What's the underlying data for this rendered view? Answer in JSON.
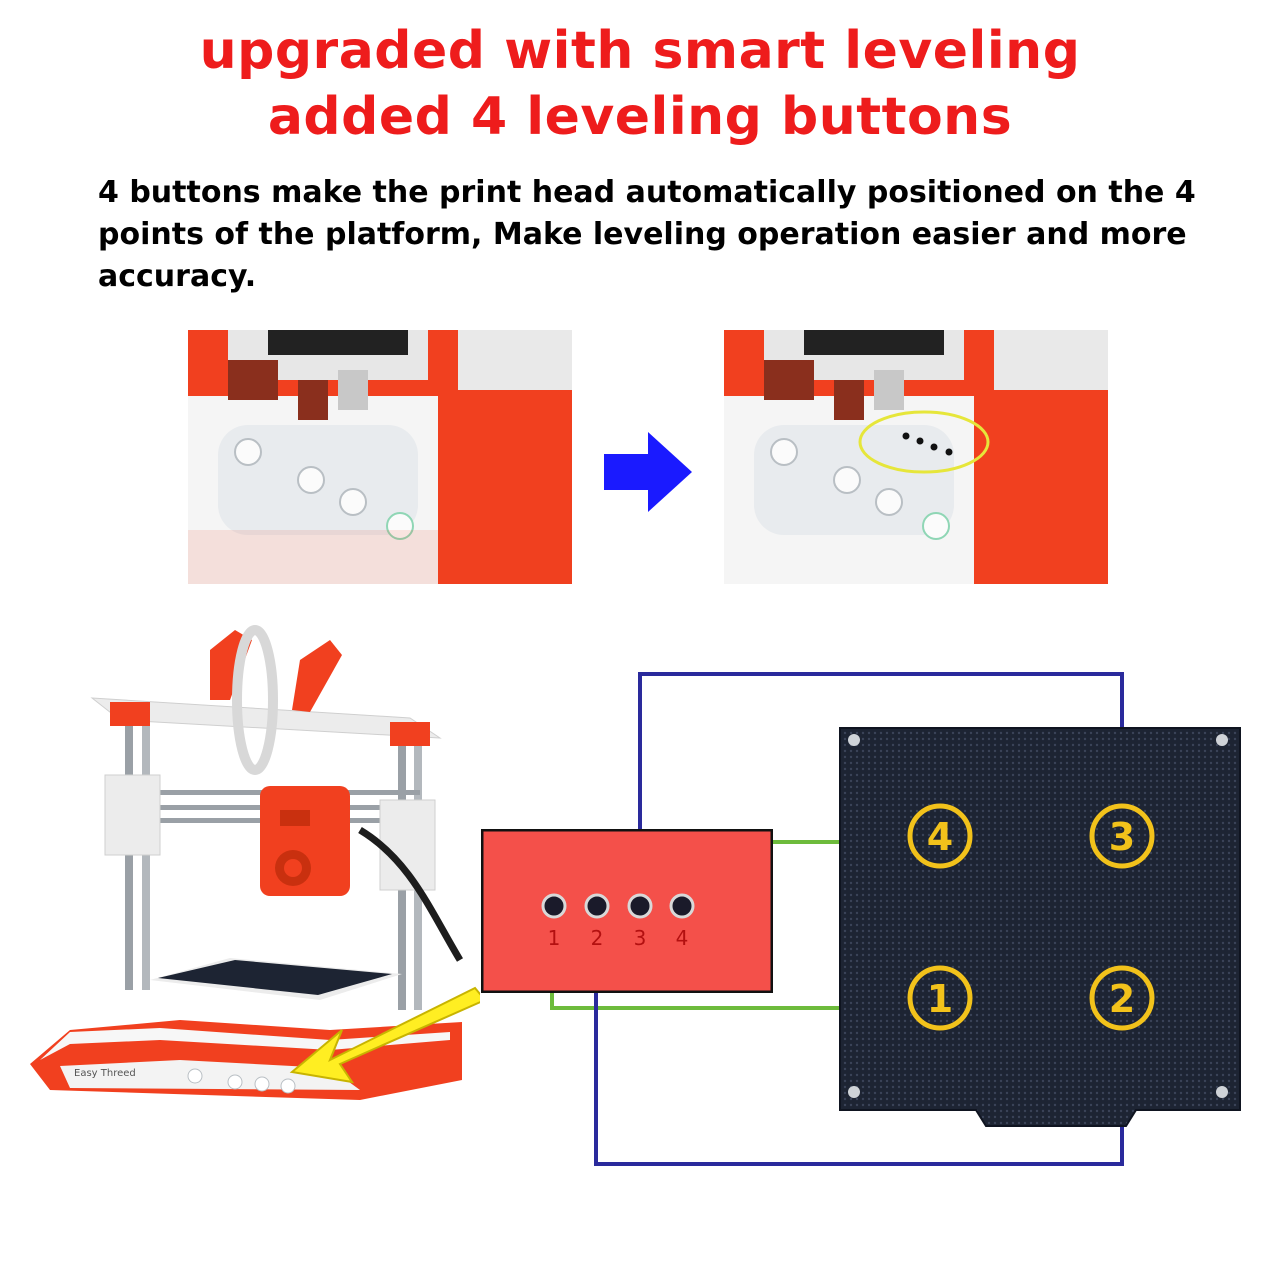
{
  "colors": {
    "headline": "#ee1c1c",
    "body_text": "#111111",
    "printer_orange": "#f1401f",
    "platform_black": "#1d2433",
    "wire_blue": "#2a2a9c",
    "wire_green": "#6dbb3c",
    "marker_gold": "#f2c21b",
    "highlight_yellow": "#e6e63a",
    "arrow_blue": "#1a1aff",
    "arrow_yellow": "#ffee22"
  },
  "header": {
    "line1": "upgraded with smart leveling",
    "line2": "added 4 leveling buttons"
  },
  "description": "4 buttons make the print head automatically positioned on the 4 points of the platform, Make leveling operation easier and more accuracy.",
  "control_panel": {
    "port_labels": [
      "1",
      "2",
      "3",
      "4"
    ]
  },
  "platform": {
    "markers": [
      "4",
      "3",
      "1",
      "2"
    ]
  },
  "printer": {
    "brand": "Easy Threed"
  },
  "icons": {
    "before_panel_buttons": [
      "home-icon",
      "minus-icon",
      "plus-icon",
      "play-icon"
    ],
    "after_panel_buttons": [
      "home-icon",
      "minus-icon",
      "plus-icon",
      "play-icon"
    ],
    "transition": "arrow-right-icon"
  }
}
